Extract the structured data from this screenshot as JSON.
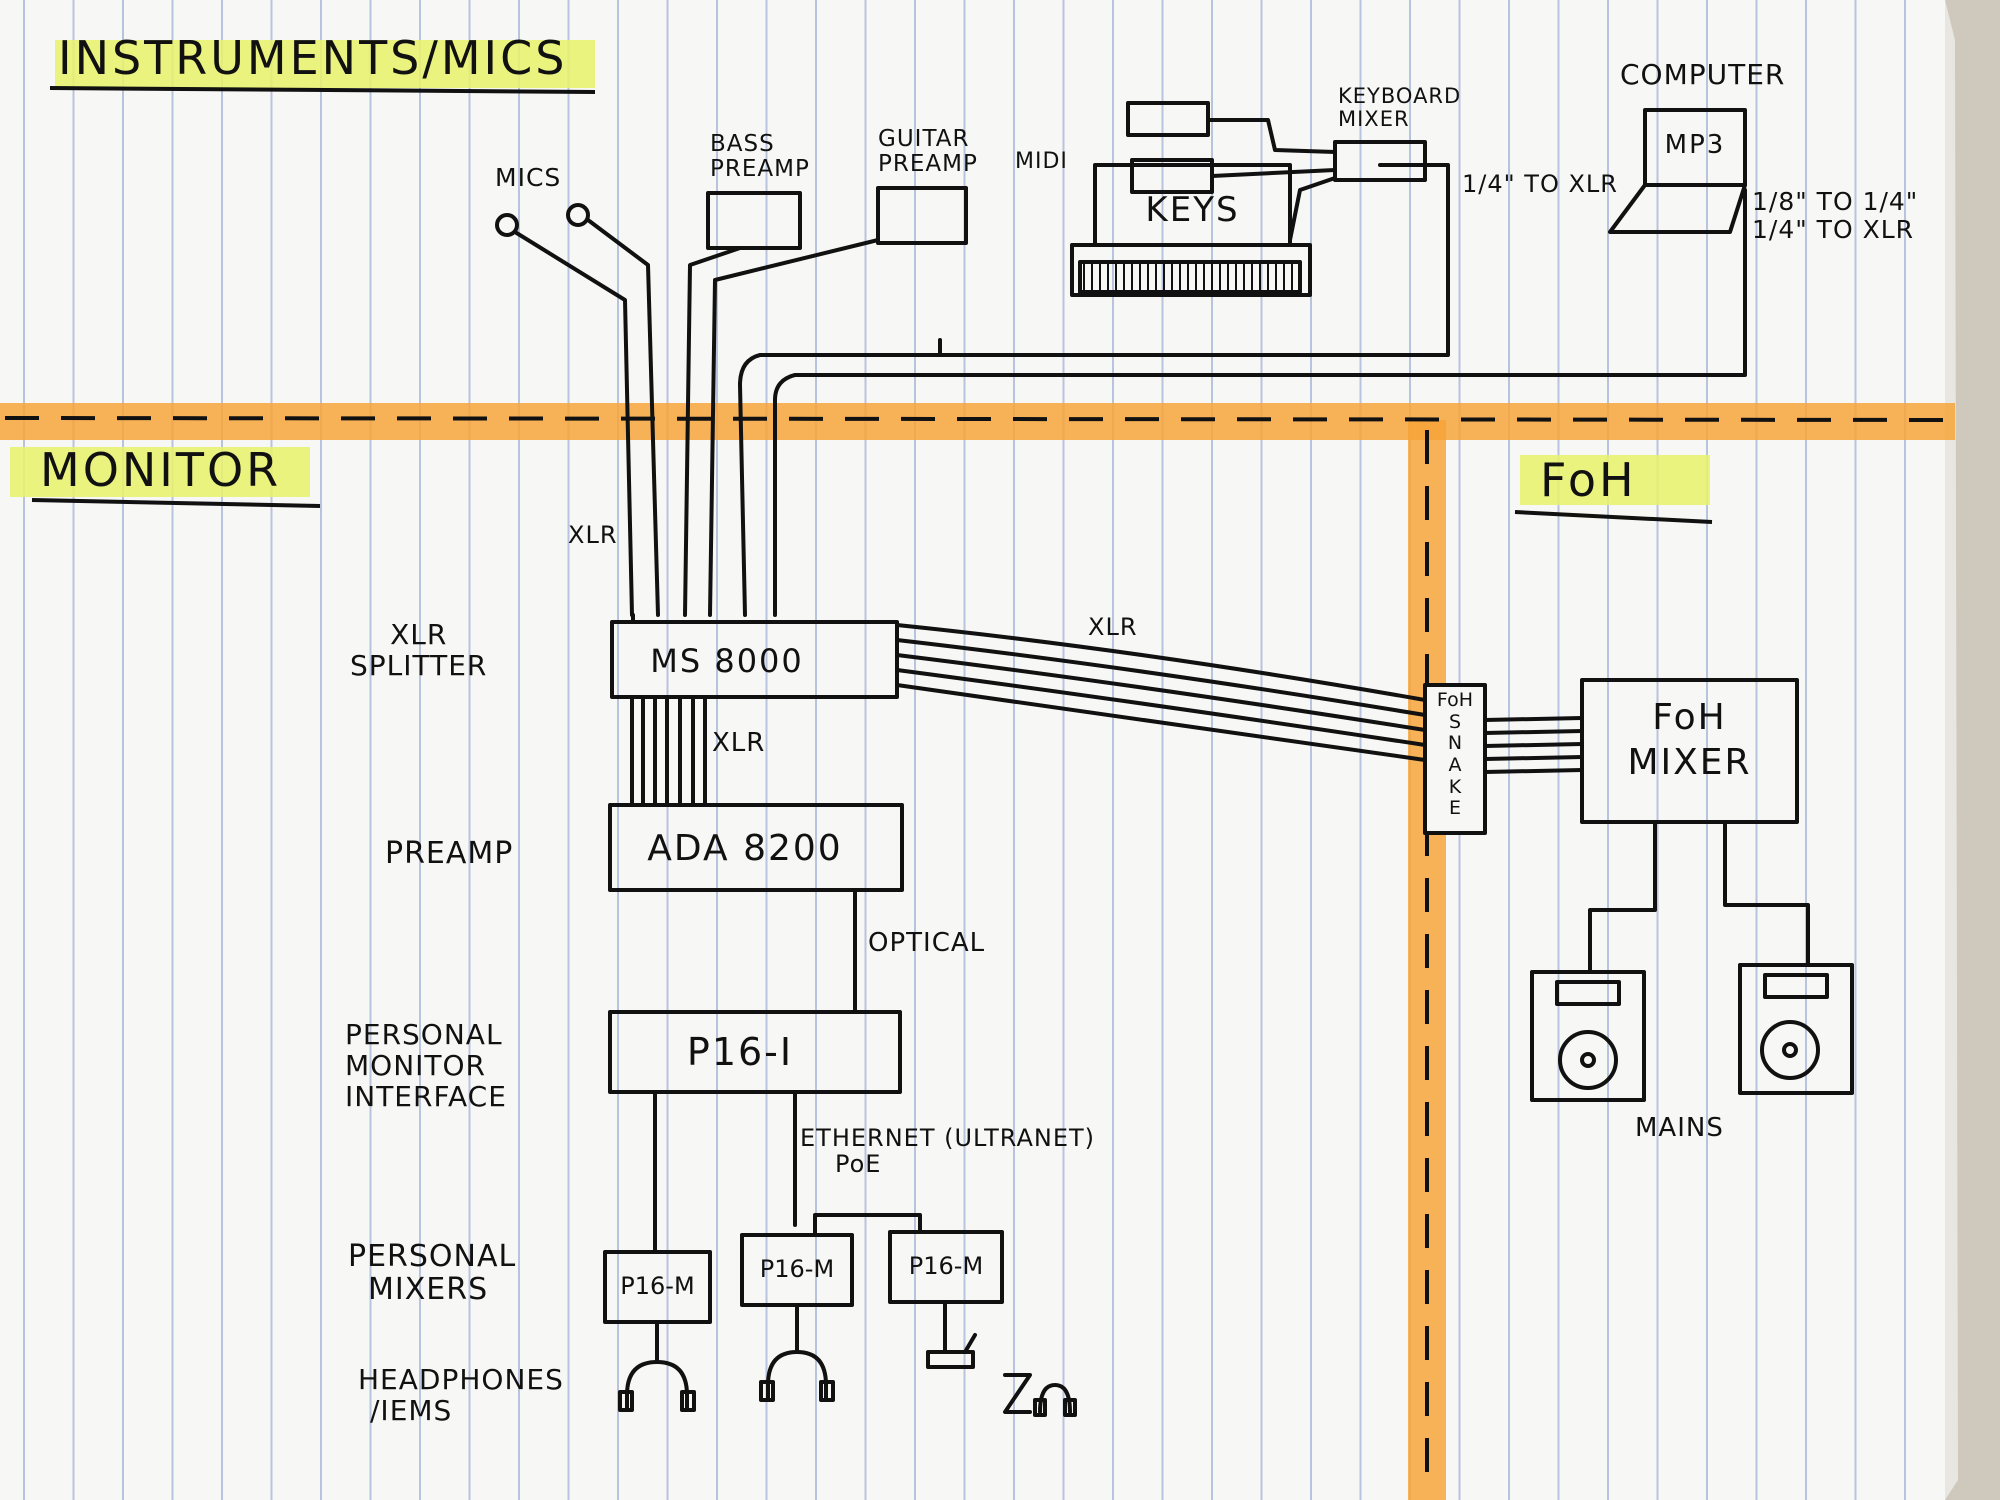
{
  "colors": {
    "paper": "#f7f7f5",
    "rule_line": "#b8c3dd",
    "ink": "#111111",
    "divider": "#f7a53a",
    "highlighter": "#e9f26a"
  },
  "sections": {
    "instruments": "INSTRUMENTS/MICS",
    "monitor": "MONITOR",
    "foh": "FoH"
  },
  "sources": {
    "mics": "MICS",
    "bass_preamp": [
      "BASS",
      "PREAMP"
    ],
    "guitar_preamp": [
      "GUITAR",
      "PREAMP"
    ],
    "midi": "MIDI",
    "keyboard_mixer": [
      "KEYBOARD",
      "MIXER"
    ],
    "keys": "KEYS",
    "keys_adapter": "1/4\" TO XLR",
    "computer": "COMPUTER",
    "mp3": "MP3",
    "computer_adapters": [
      "1/8\" TO 1/4\"",
      "1/4\" TO XLR"
    ]
  },
  "monitor_chain": {
    "xlr_top": "XLR",
    "splitter_label": [
      "XLR",
      "SPLITTER"
    ],
    "splitter_box": "MS 8000",
    "xlr_mid": "XLR",
    "preamp_label": "PREAMP",
    "preamp_box": "ADA 8200",
    "optical": "OPTICAL",
    "interface_label": [
      "PERSONAL",
      "MONITOR",
      "INTERFACE"
    ],
    "interface_box": "P16-I",
    "ethernet": [
      "ETHERNET (ULTRANET)",
      "PoE"
    ],
    "mixers_label": [
      "PERSONAL",
      "MIXERS"
    ],
    "mixers": [
      "P16-M",
      "P16-M",
      "P16-M"
    ],
    "headphones_label": [
      "HEADPHONES",
      "/IEMS"
    ]
  },
  "foh_chain": {
    "xlr_snake": "XLR",
    "snake_box": [
      "FoH",
      "S",
      "N",
      "A",
      "K",
      "E"
    ],
    "mixer_box": [
      "FoH",
      "MIXER"
    ],
    "mains": "MAINS"
  }
}
